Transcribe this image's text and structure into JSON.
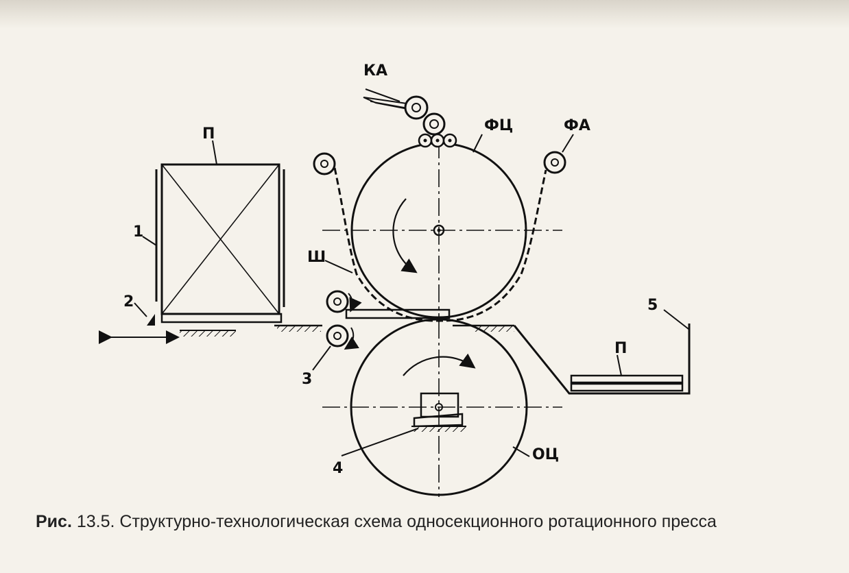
{
  "labels": {
    "ka": "КА",
    "fc": "ФЦ",
    "fa": "ФА",
    "p_top": "П",
    "one": "1",
    "two": "2",
    "sh": "Ш",
    "three": "3",
    "four": "4",
    "five": "5",
    "p_right": "П",
    "oc": "ОЦ"
  },
  "caption": {
    "prefix": "Рис.",
    "text": " 13.5. Структурно-технологическая схема односекционного ротационного пресса"
  }
}
